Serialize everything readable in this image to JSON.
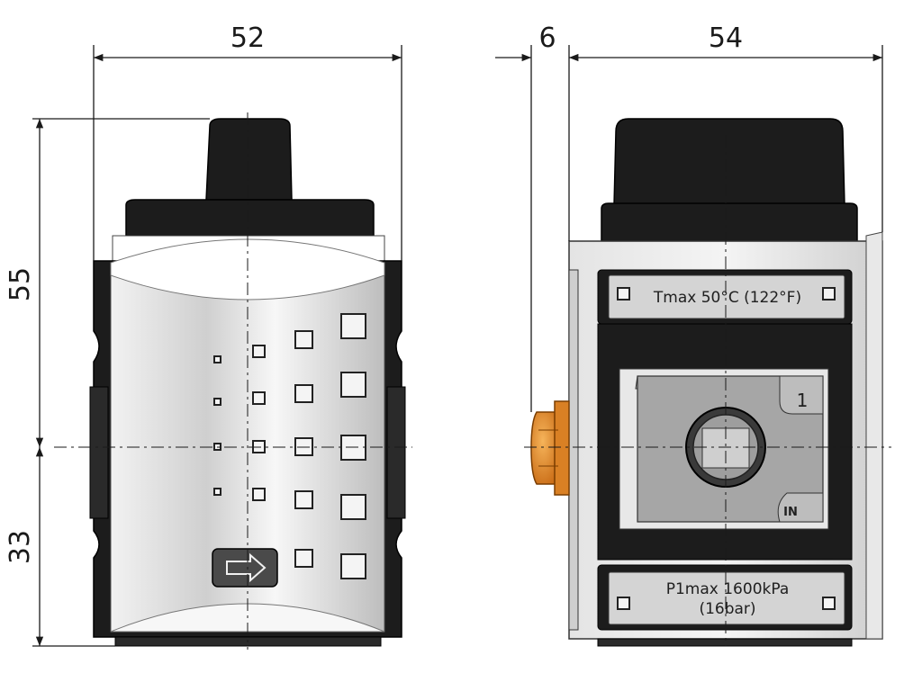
{
  "dimensions": {
    "width_front": "52",
    "width_offset": "6",
    "width_side": "54",
    "height_upper": "55",
    "height_lower": "33"
  },
  "labels": {
    "tmax": "Tmax 50°C (122°F)",
    "p1max_line1": "P1max 1600kPa",
    "p1max_line2": "(16bar)",
    "port_number": "1",
    "port_label": "IN"
  },
  "colors": {
    "body_black": "#1c1c1c",
    "body_silver": "#d9d9d9",
    "port_gray": "#a6a6a6",
    "gauge_orange": "#e8902e"
  }
}
